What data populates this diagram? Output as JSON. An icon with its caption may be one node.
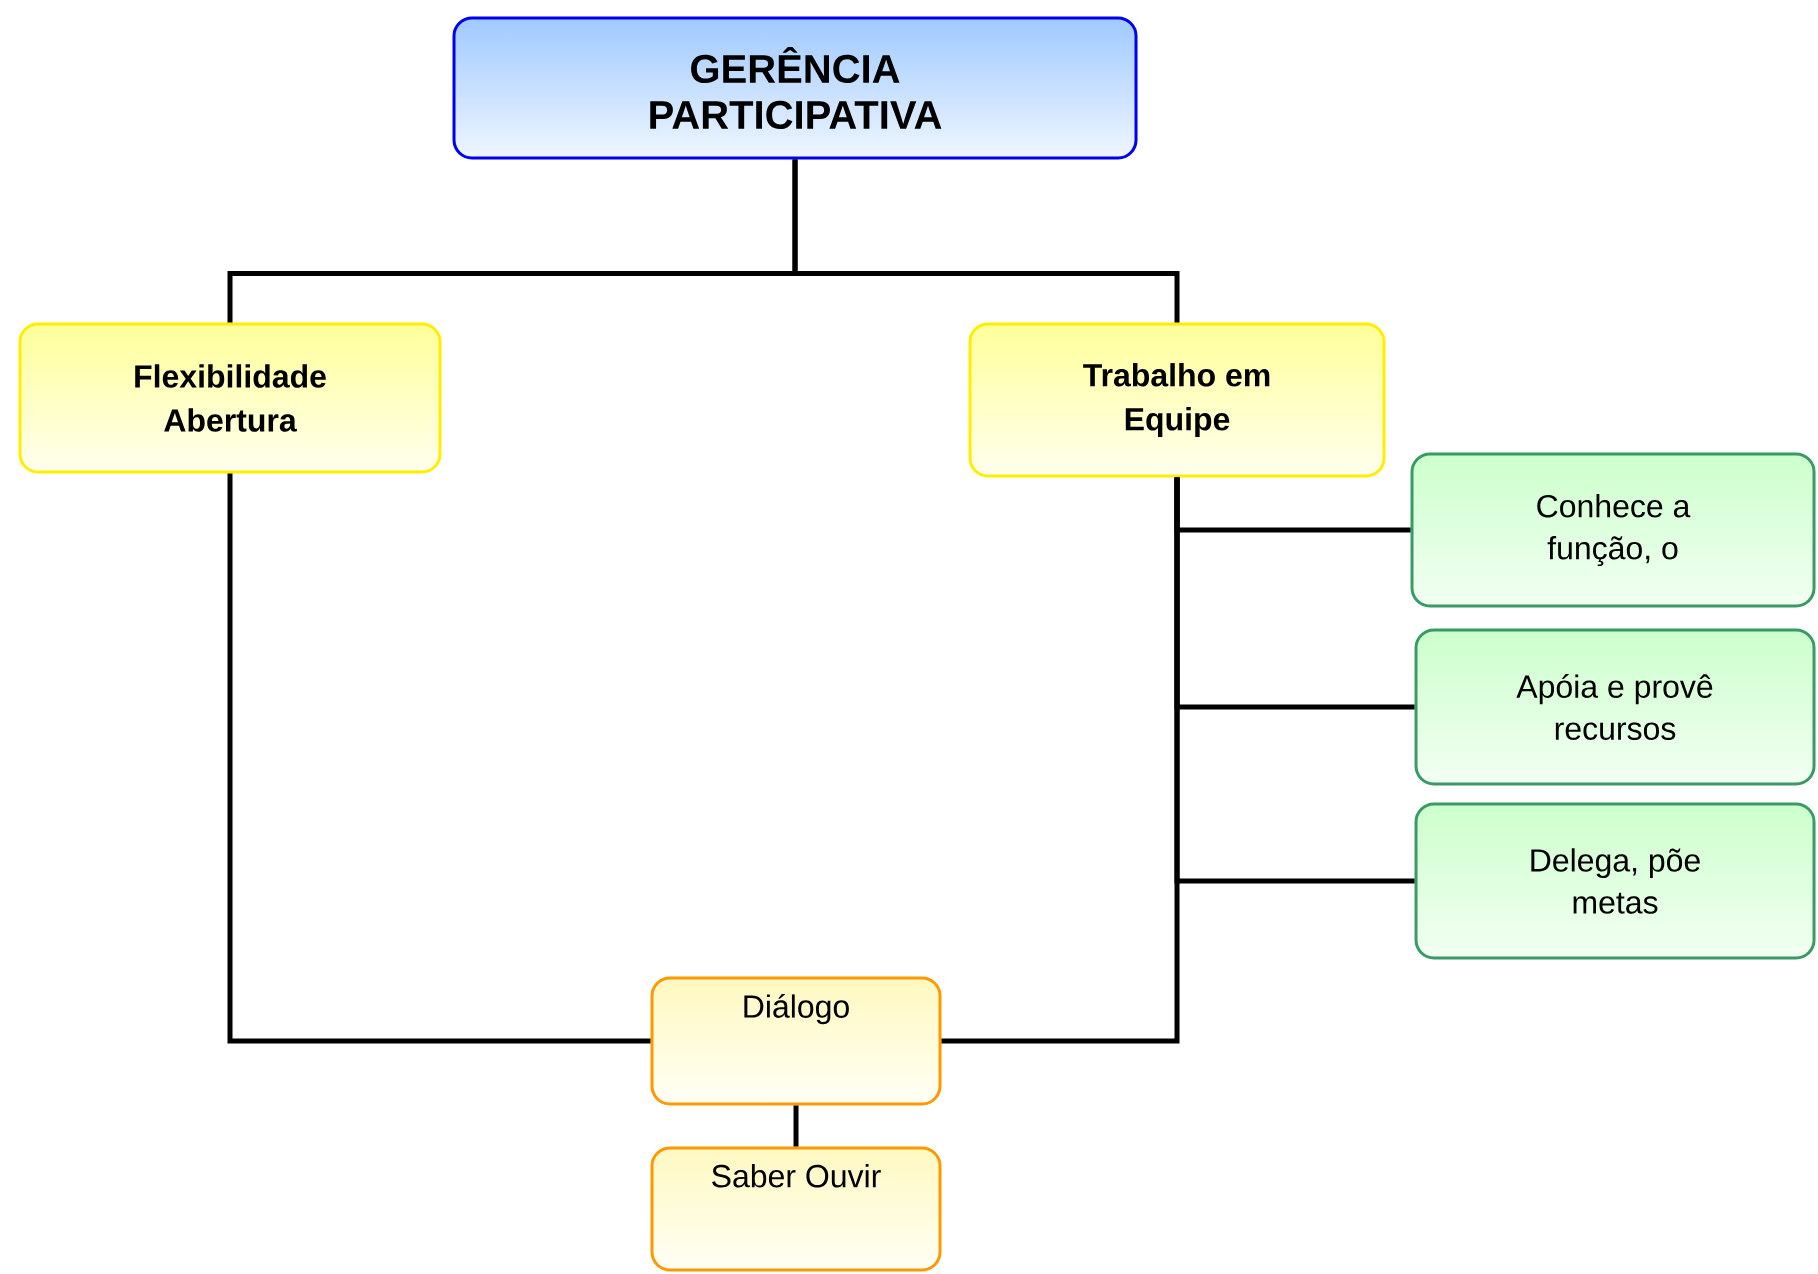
{
  "diagram": {
    "nodes": [
      {
        "text": [
          "GERÊNCIA PARTICIPATIVA"
        ]
      },
      {
        "text": [
          "Flexibilidade Abertura"
        ]
      },
      {
        "text": [
          "Trabalho em Equipe"
        ]
      },
      {
        "text": [
          "Conhece a função, o"
        ]
      },
      {
        "text": [
          "Apóia e provê recursos"
        ]
      },
      {
        "text": [
          "Delega, põe metas"
        ]
      },
      {
        "text": [
          "Diálogo"
        ]
      },
      {
        "text": [
          "Saber Ouvir"
        ]
      }
    ],
    "edges": [
      {
        "from": 0,
        "to": 1,
        "arrow": "none"
      },
      {
        "from": 0,
        "to": 2,
        "arrow": "none"
      },
      {
        "from": 2,
        "to": 3,
        "arrow": "none"
      },
      {
        "from": 2,
        "to": 4,
        "arrow": "none"
      },
      {
        "from": 2,
        "to": 5,
        "arrow": "none"
      },
      {
        "from": 1,
        "to": 6,
        "arrow": "none"
      },
      {
        "from": 2,
        "to": 6,
        "arrow": "none"
      },
      {
        "from": 6,
        "to": 7,
        "arrow": "none"
      }
    ]
  }
}
